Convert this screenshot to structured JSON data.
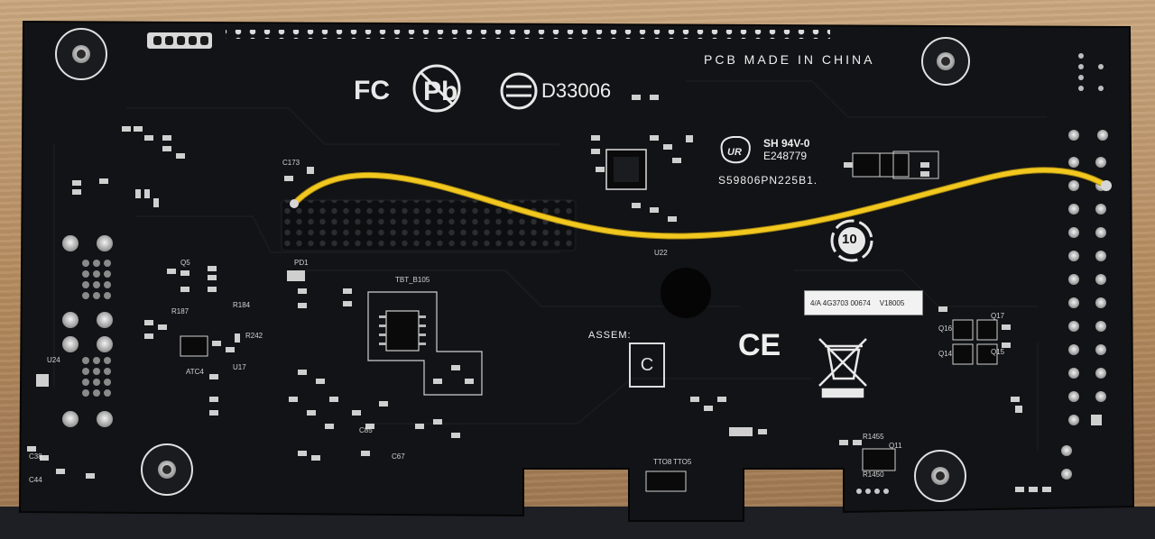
{
  "scene": "pcb-back-photo",
  "markings": {
    "made_in": "PCB MADE IN CHINA",
    "fcc": "FC",
    "pb_free": "Pb",
    "cert_code": "D33006",
    "ul_rating": "SH 94V-0",
    "ul_file": "E248779",
    "pcb_number": "S59806PN225B1.",
    "assem_label": "ASSEM:",
    "assem_value": "C",
    "ce_mark": "CE",
    "eco_years": "10",
    "tbt": "TBT_B105",
    "sticker_left": "4/A 4G3703 00674",
    "sticker_right": "V18005"
  },
  "components": {
    "labels": [
      "C173",
      "PD1",
      "U22",
      "Q5",
      "U17",
      "ATC4",
      "Q11",
      "R1455",
      "R1450",
      "TTO8",
      "TTO5",
      "C85",
      "C67",
      "Q16",
      "Q17",
      "Q14",
      "Q15",
      "R242",
      "R184",
      "R187",
      "U24",
      "C38",
      "C44"
    ]
  },
  "colors": {
    "board": "#121316",
    "silkscreen": "#e8e8e8",
    "wire": "#f2c81f",
    "desk": "#b48a5e",
    "pad": "#c9c9c9"
  },
  "icons": {
    "fcc_logo": "fcc-icon",
    "pb_free_logo": "pb-free-icon",
    "cert_logo": "ccc-icon",
    "ul_logo": "ul-recognized-icon",
    "eco_logo": "eco-10-icon",
    "weee_logo": "weee-bin-icon"
  }
}
